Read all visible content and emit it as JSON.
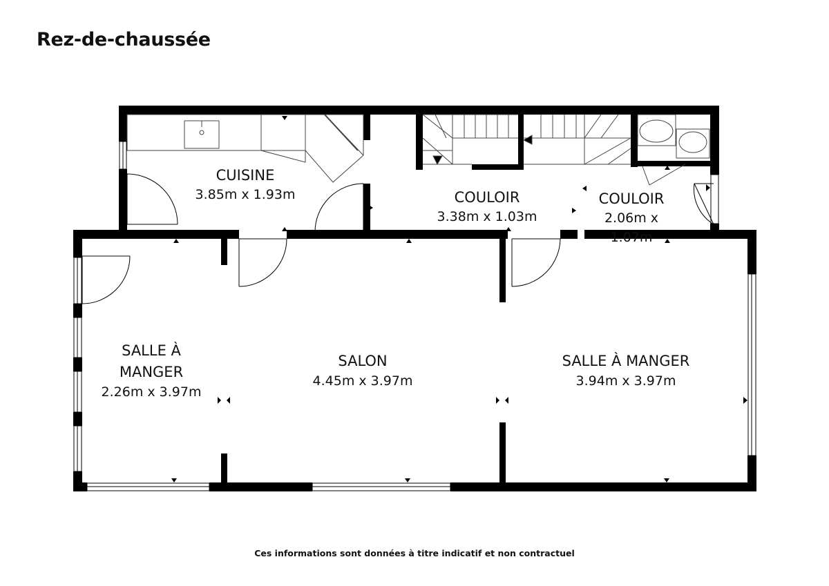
{
  "title": "Rez-de-chaussée",
  "disclaimer": "Ces informations sont données à titre indicatif et non contractuel",
  "rooms": {
    "cuisine": {
      "name": "CUISINE",
      "dimensions": "3.85m x 1.93m"
    },
    "couloir_1": {
      "name": "COULOIR",
      "dimensions": "3.38m x 1.03m"
    },
    "couloir_2": {
      "name": "COULOIR",
      "dimensions_line1": "2.06m x",
      "dimensions_line2": "1.07m"
    },
    "salle_a_manger_1": {
      "name_line1": "SALLE À",
      "name_line2": "MANGER",
      "dimensions": "2.26m x 3.97m"
    },
    "salon": {
      "name": "SALON",
      "dimensions": "4.45m x 3.97m"
    },
    "salle_a_manger_2": {
      "name": "SALLE À MANGER",
      "dimensions": "3.94m x 3.97m"
    }
  },
  "colors": {
    "wall": "#000000",
    "fixture": "#444444",
    "background": "#ffffff"
  }
}
